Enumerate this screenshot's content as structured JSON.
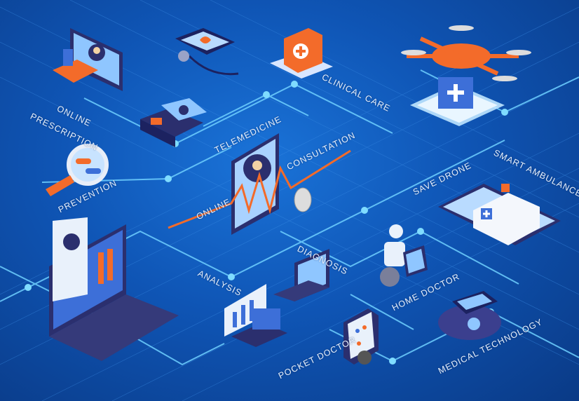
{
  "labels": {
    "online_prescription_1": "ONLINE",
    "online_prescription_2": "PRESCRIPTION",
    "prevention": "PREVENTION",
    "telemedicine": "TELEMEDICINE",
    "clinical_care": "CLINICAL CARE",
    "consultation": "CONSULTATION",
    "online": "ONLINE",
    "save_drone": "SAVE DRONE",
    "smart_ambulance": "SMART AMBULANCE",
    "diagnosis": "DIAGNOSIS",
    "analysis": "ANALYSIS",
    "home_doctor": "HOME DOCTOR",
    "medical_technology": "MEDICAL TECHNOLOGY",
    "pocket_doctor": "POCKET DOCTOR"
  },
  "colors": {
    "background": "#0f55b5",
    "line": "#5ec4ff",
    "accent_orange": "#f36b2a",
    "device_dark": "#2b2f6e"
  }
}
